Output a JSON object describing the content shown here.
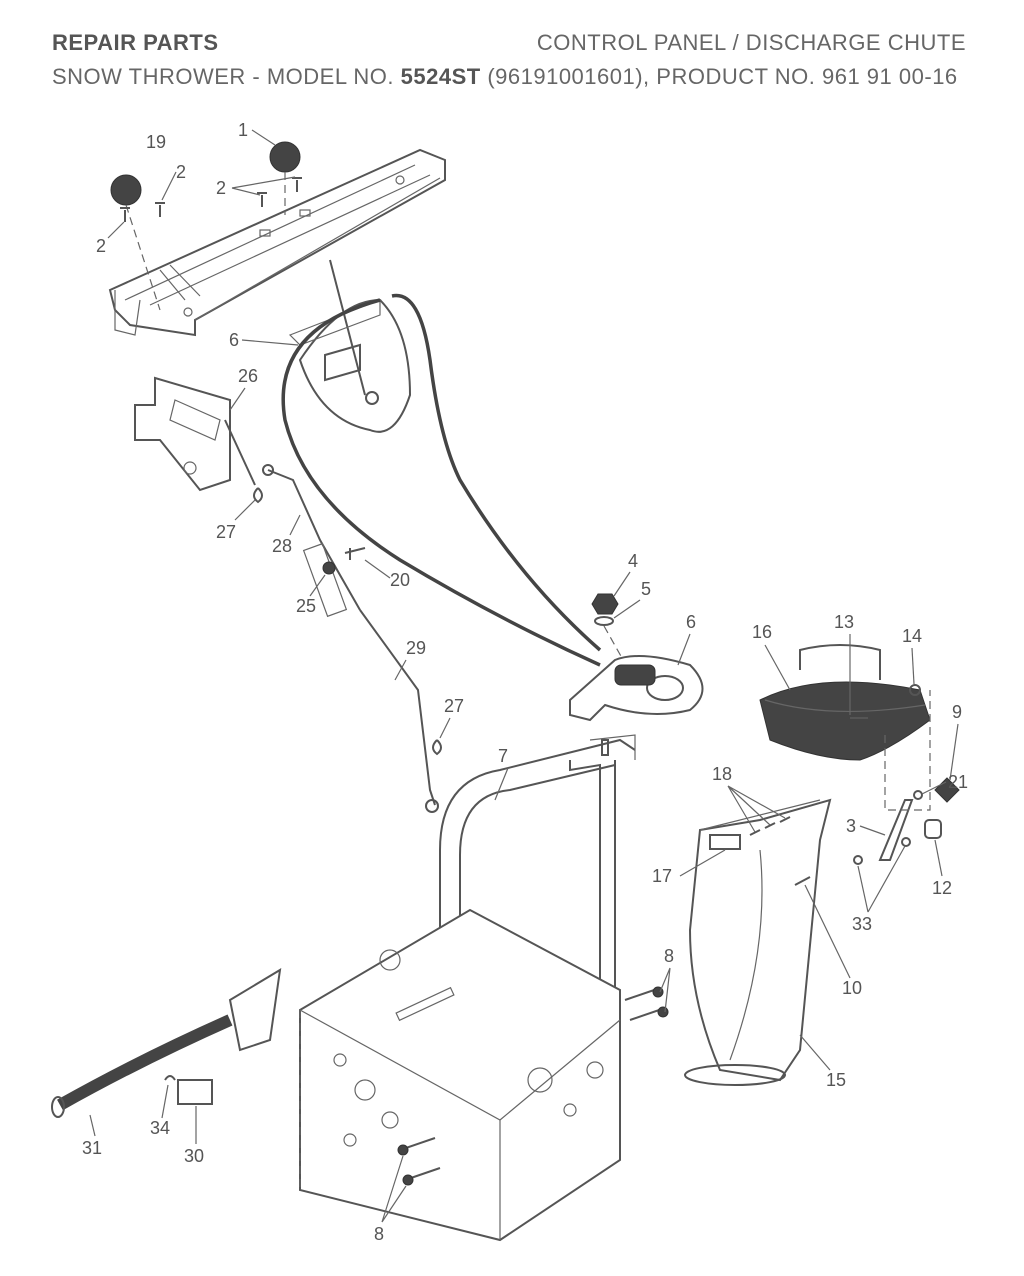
{
  "header": {
    "title": "REPAIR PARTS",
    "section": "CONTROL PANEL / DISCHARGE CHUTE",
    "subtitle_prefix": "SNOW THROWER - MODEL NO.",
    "model_no": "5524ST",
    "subtitle_suffix": "(96191001601), PRODUCT NO. 961 91 00-16"
  },
  "callouts": {
    "c1": "1",
    "c19": "19",
    "c2a": "2",
    "c2b": "2",
    "c2c": "2",
    "c6a": "6",
    "c26": "26",
    "c27a": "27",
    "c28": "28",
    "c20": "20",
    "c25": "25",
    "c29": "29",
    "c27b": "27",
    "c4": "4",
    "c5": "5",
    "c6b": "6",
    "c16": "16",
    "c13": "13",
    "c14": "14",
    "c9": "9",
    "c7": "7",
    "c18": "18",
    "c21": "21",
    "c3": "3",
    "c12": "12",
    "c17": "17",
    "c33": "33",
    "c10": "10",
    "c8a": "8",
    "c15": "15",
    "c31": "31",
    "c34": "34",
    "c30": "30",
    "c8b": "8"
  },
  "colors": {
    "ink": "#555555",
    "dark_fill": "#444444",
    "background": "#ffffff"
  }
}
